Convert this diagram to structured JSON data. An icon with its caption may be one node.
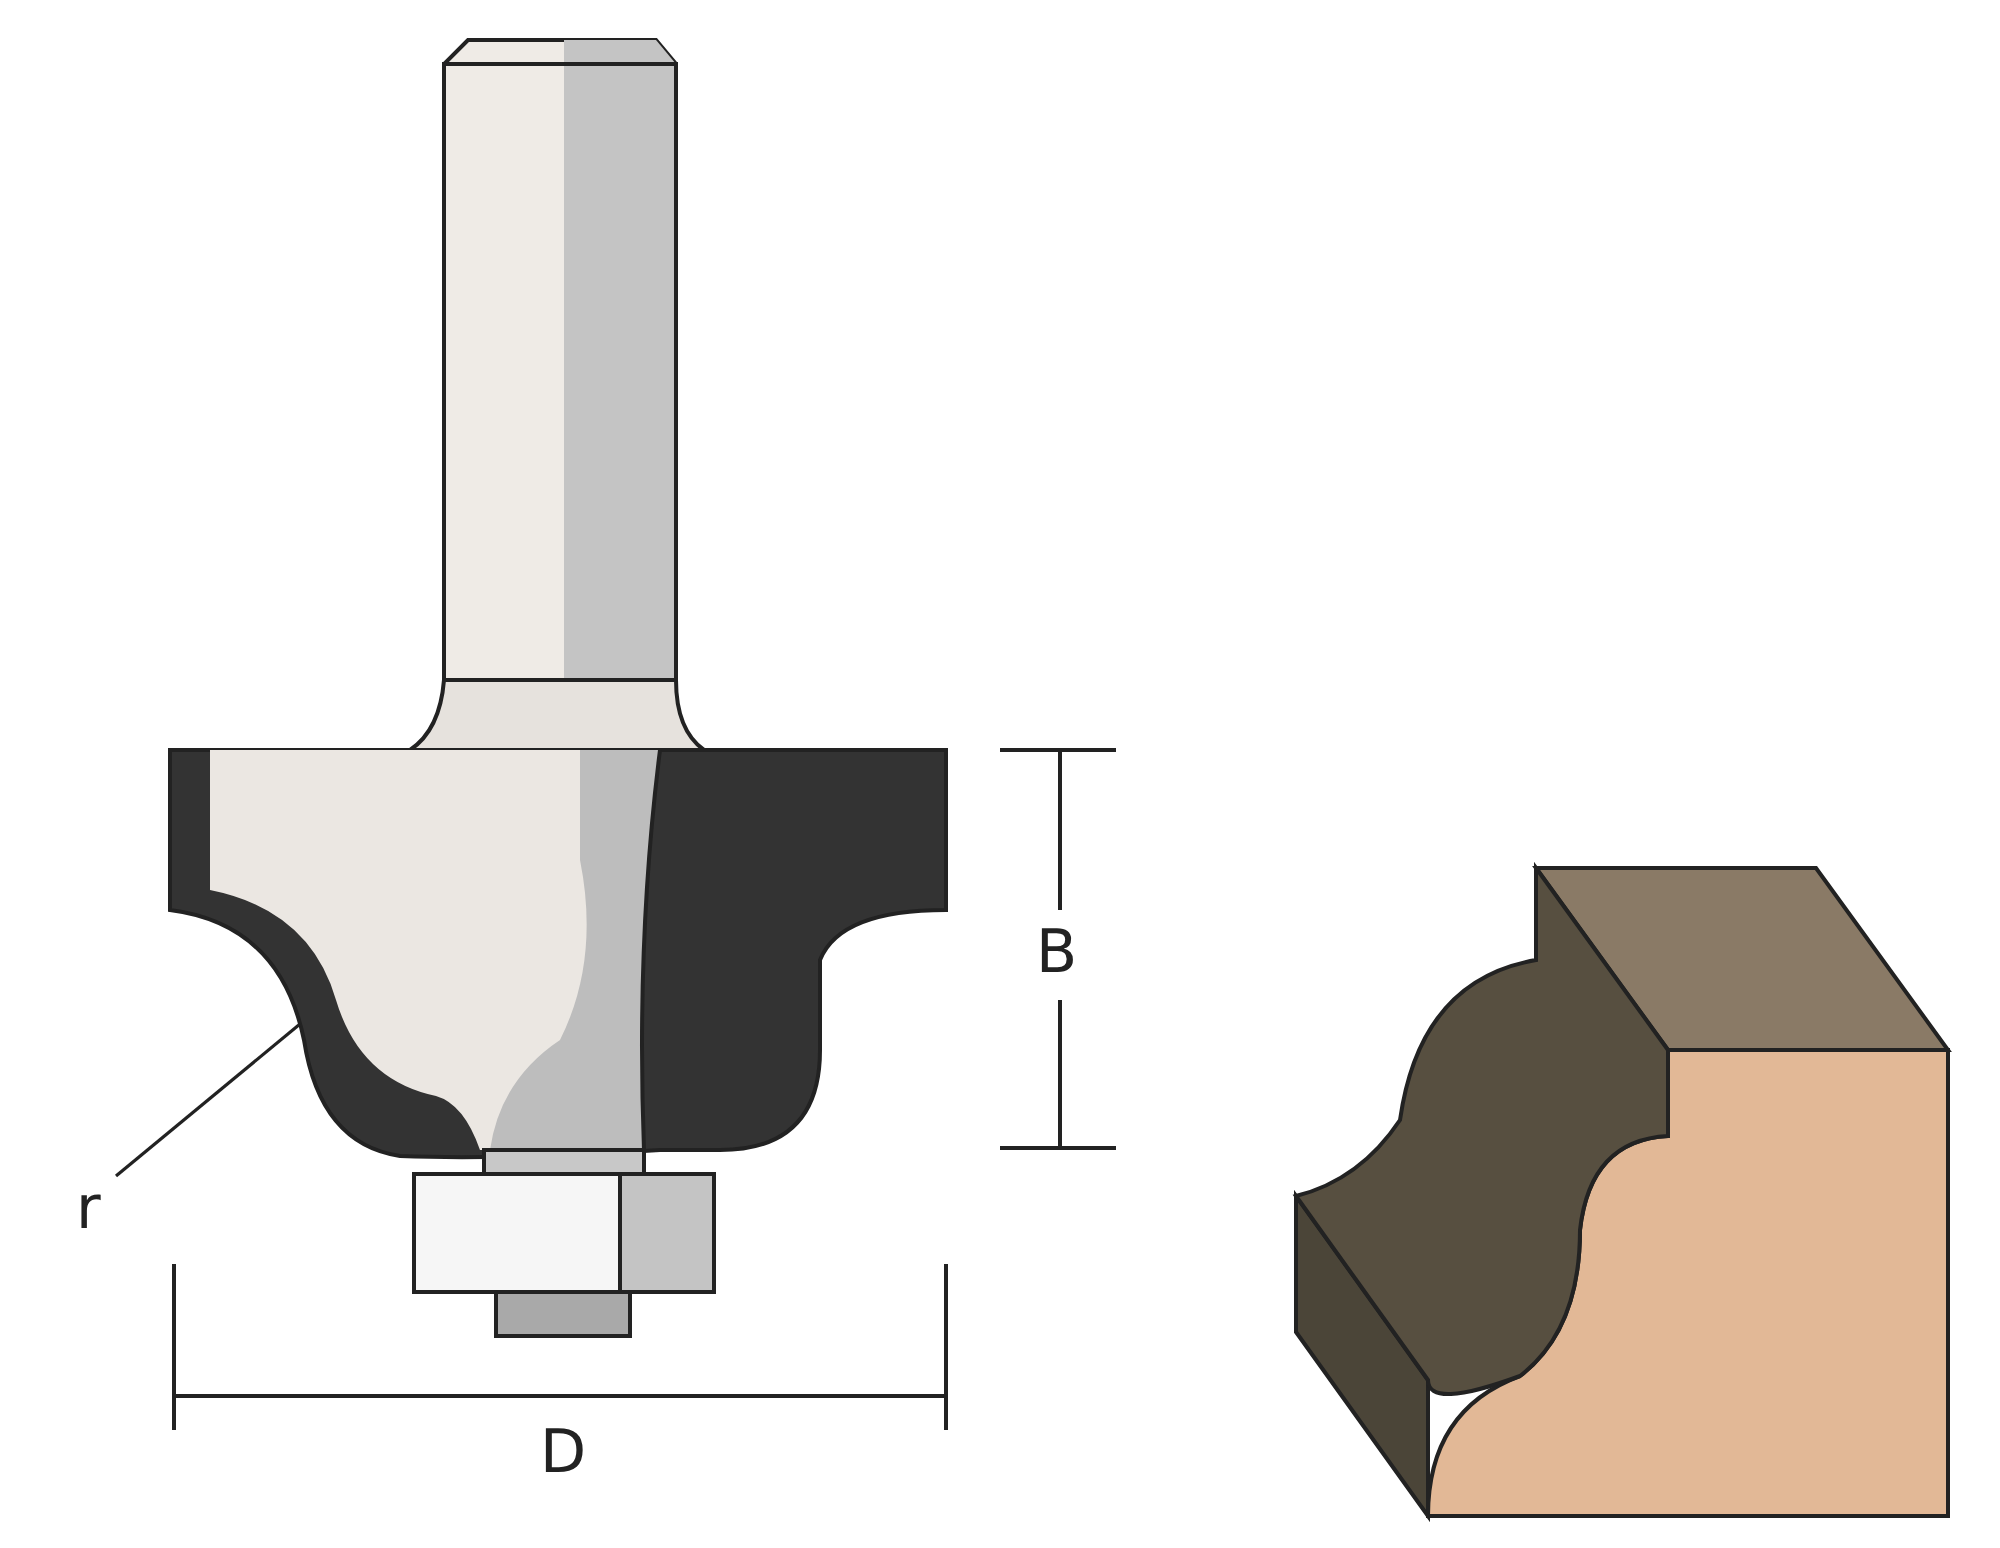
{
  "diagram": {
    "nodes": [
      {
        "text": [
          "r"
        ]
      },
      {
        "text": [],
        "shape": "picture"
      }
    ],
    "edges": [
      {
        "from": 0,
        "to": 1,
        "arrow": "none"
      }
    ],
    "labels": [
      "B",
      "D"
    ]
  }
}
